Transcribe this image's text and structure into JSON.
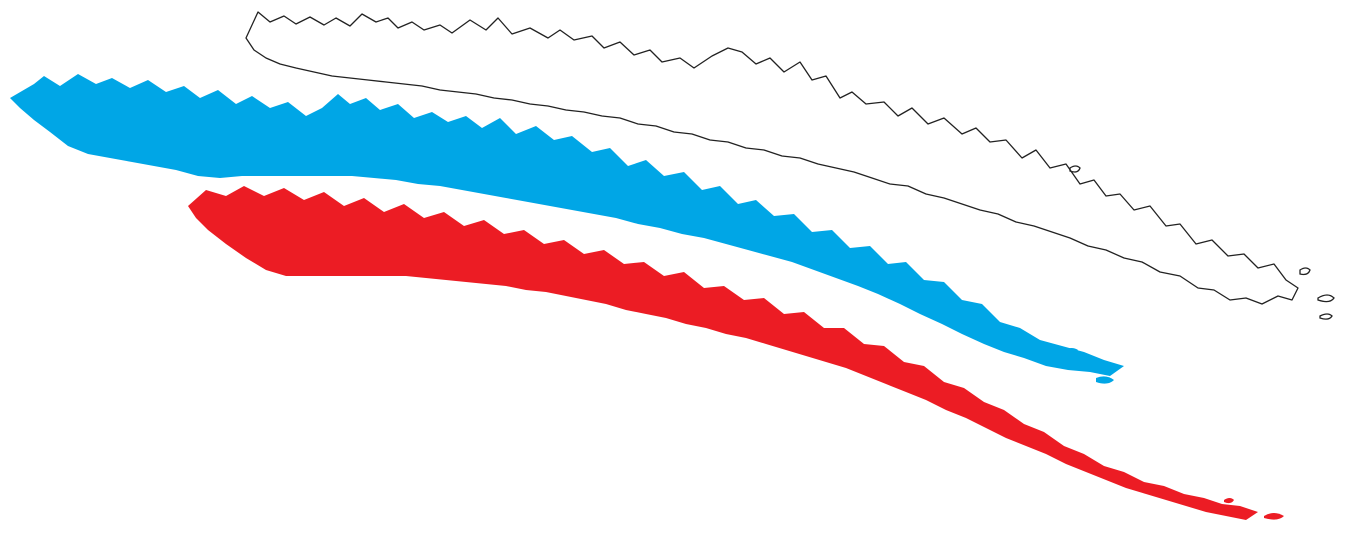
{
  "scene": {
    "background_color": "#ffffff",
    "shapes": [
      {
        "name": "island-outline",
        "style": "outline",
        "stroke_color": "#222222",
        "fill_color": "none"
      },
      {
        "name": "island-blue",
        "style": "filled",
        "fill_color": "#00a6e6"
      },
      {
        "name": "island-red",
        "style": "filled",
        "fill_color": "#ec1c24"
      }
    ]
  }
}
